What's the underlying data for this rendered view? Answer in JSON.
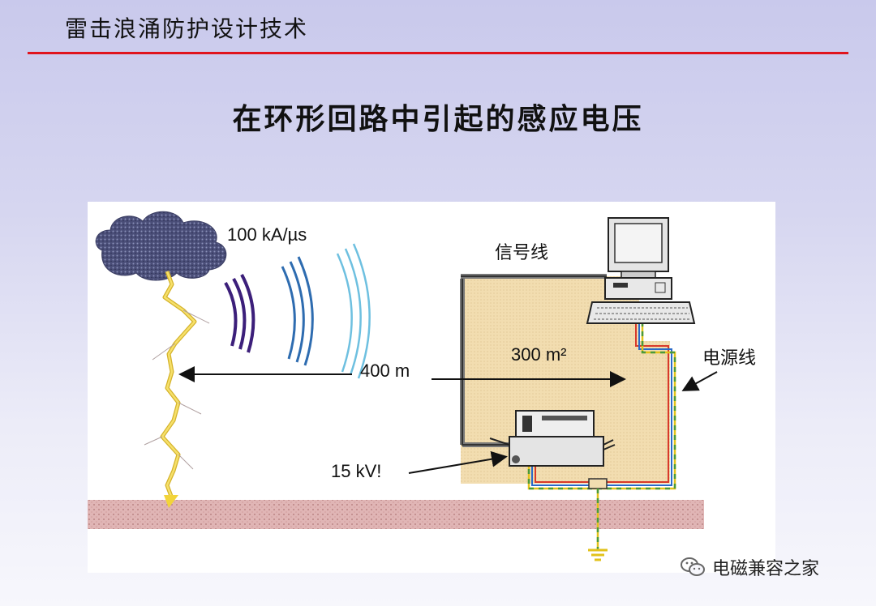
{
  "header": {
    "title": "雷击浪涌防护设计技术"
  },
  "slide": {
    "title": "在环形回路中引起的感应电压"
  },
  "diagram": {
    "current_rate_label": "100 kA/µs",
    "distance_label": "400 m",
    "loop_area_label": "300 m²",
    "signal_line_label": "信号线",
    "power_line_label": "电源线",
    "induced_voltage_label": "15 kV!"
  },
  "watermark": {
    "text": "电磁兼容之家"
  },
  "colors": {
    "header_rule": "#e0141e",
    "loop_fill": "#f2ddb0",
    "wave_purple": "#3c1f7a",
    "wave_blue": "#2e6cb0",
    "wave_lightblue": "#6ec0e0",
    "lightning": "#f2d43a",
    "ground": "#c99090"
  }
}
